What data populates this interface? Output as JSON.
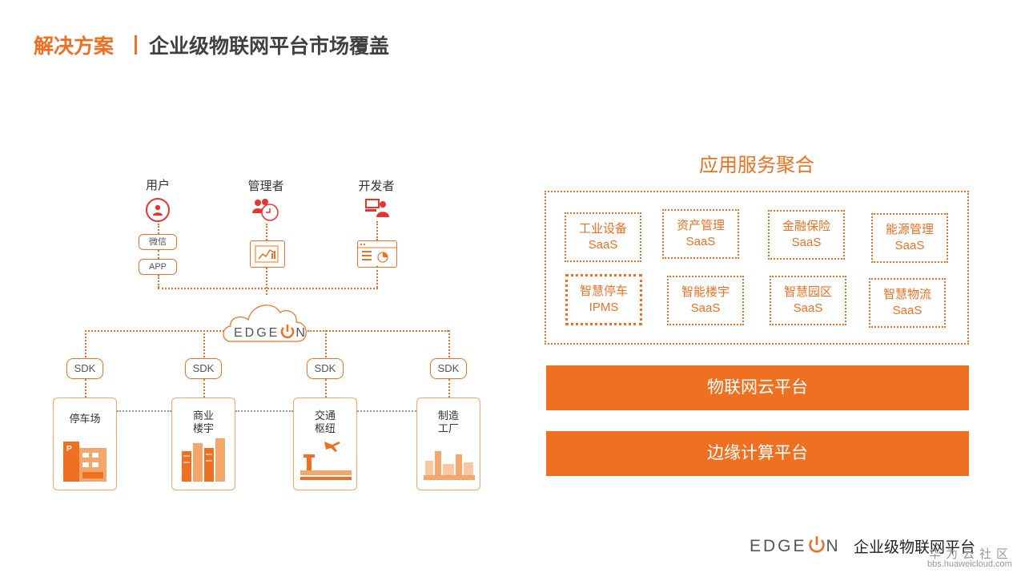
{
  "header": {
    "title_main": "解决方案",
    "title_sub": "企业级物联网平台市场覆盖"
  },
  "diagram": {
    "roles": [
      {
        "label": "用户",
        "icon": "user-icon"
      },
      {
        "label": "管理者",
        "icon": "managers-icon"
      },
      {
        "label": "开发者",
        "icon": "developer-icon"
      }
    ],
    "user_channels": [
      "微信",
      "APP"
    ],
    "hub_logo": "EDGE N",
    "sdk_label": "SDK",
    "scenes": [
      "停车场",
      "商业\n楼宇",
      "交通\n枢纽",
      "制造\n工厂"
    ]
  },
  "aggregation": {
    "title": "应用服务聚合",
    "apps": [
      {
        "line1": "工业设备",
        "line2": "SaaS"
      },
      {
        "line1": "资产管理",
        "line2": "SaaS"
      },
      {
        "line1": "金融保险",
        "line2": "SaaS"
      },
      {
        "line1": "能源管理",
        "line2": "SaaS"
      },
      {
        "line1": "智慧停车",
        "line2": "IPMS"
      },
      {
        "line1": "智能楼宇",
        "line2": "SaaS"
      },
      {
        "line1": "智慧园区",
        "line2": "SaaS"
      },
      {
        "line1": "智慧物流",
        "line2": "SaaS"
      }
    ],
    "platforms": [
      "物联网云平台",
      "边缘计算平台"
    ]
  },
  "footer": {
    "brand": "EDGE N",
    "text": "企业级物联网平台",
    "watermark": "华为云社区",
    "watermark_url": "bbs.huaweicloud.com"
  },
  "colors": {
    "accent": "#f07022",
    "role_red": "#e8342e"
  }
}
